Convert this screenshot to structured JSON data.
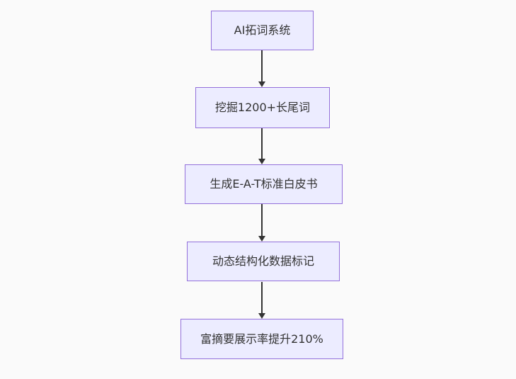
{
  "diagram": {
    "kind": "flowchart-top-down",
    "colors": {
      "background": "#fafafa",
      "node_fill": "#ECECFF",
      "node_border": "#9370DB",
      "arrow": "#333333",
      "text": "#333333"
    },
    "nodes": [
      {
        "id": "A",
        "label": "AI拓词系统"
      },
      {
        "id": "B",
        "label": "挖掘1200+长尾词"
      },
      {
        "id": "C",
        "label": "生成E-A-T标准白皮书"
      },
      {
        "id": "D",
        "label": "动态结构化数据标记"
      },
      {
        "id": "E",
        "label": "富摘要展示率提升210%"
      }
    ],
    "edges": [
      {
        "from": "A",
        "to": "B"
      },
      {
        "from": "B",
        "to": "C"
      },
      {
        "from": "C",
        "to": "D"
      },
      {
        "from": "D",
        "to": "E"
      }
    ]
  }
}
